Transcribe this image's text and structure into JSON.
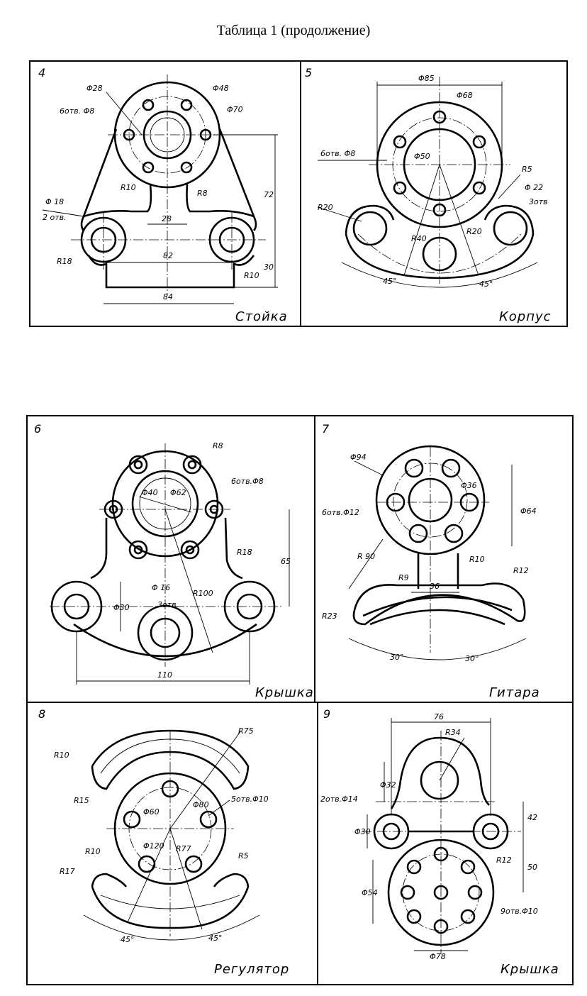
{
  "page_title": "Таблица 1  (продолжение)",
  "panels": [
    {
      "number": "4",
      "name": "Стойка",
      "labels": {
        "d28": "Φ28",
        "d48": "Φ48",
        "d70": "Φ70",
        "holes": "6отв. Φ8",
        "d18": "Φ 18",
        "two_holes": "2 отв.",
        "r10": "R10",
        "r8": "R8",
        "w28": "28",
        "h72": "72",
        "w82": "82",
        "h30": "30",
        "r18": "R18",
        "r10b": "R10",
        "w84": "84"
      }
    },
    {
      "number": "5",
      "name": "Корпус",
      "labels": {
        "d85": "Φ85",
        "d68": "Φ68",
        "holes": "6отв. Φ8",
        "d50": "Φ50",
        "r5": "R5",
        "d22": "Φ 22",
        "three_holes": "3отв",
        "r20": "R20",
        "r40": "R40",
        "r20b": "R20",
        "a45l": "45°",
        "a45r": "45°"
      }
    },
    {
      "number": "6",
      "name": "Крышка",
      "labels": {
        "r8": "R8",
        "d40": "Φ40",
        "d62": "Φ62",
        "holes": "6отв.Φ8",
        "h65": "65",
        "r18": "R18",
        "d16": "Φ 16",
        "three_holes": "3отв.",
        "r100": "R100",
        "d30": "Φ30",
        "w110": "110"
      }
    },
    {
      "number": "7",
      "name": "Гитара",
      "labels": {
        "d94": "Φ94",
        "d36": "Φ36",
        "d64": "Φ64",
        "holes": "6отв.Φ12",
        "r90": "R 90",
        "r10": "R10",
        "r9": "R9",
        "w36": "36",
        "r12": "R12",
        "r23": "R23",
        "a30l": "30°",
        "a30r": "30°"
      }
    },
    {
      "number": "8",
      "name": "Регулятор",
      "labels": {
        "r75": "R75",
        "r10": "R10",
        "r15": "R15",
        "d60": "Φ60",
        "d80": "Φ80",
        "holes": "5отв.Φ10",
        "d120": "Φ120",
        "r77": "R77",
        "r10b": "R10",
        "r17": "R17",
        "r5": "R5",
        "a45l": "45°",
        "a45r": "45°"
      }
    },
    {
      "number": "9",
      "name": "Крышка",
      "labels": {
        "w76": "76",
        "r34": "R34",
        "d32": "Φ32",
        "two_holes": "2отв.Φ14",
        "h42": "42",
        "d30": "Φ30",
        "r12": "R12",
        "h50": "50",
        "d54": "Φ54",
        "holes": "9отв.Φ10",
        "d78": "Φ78"
      }
    }
  ]
}
